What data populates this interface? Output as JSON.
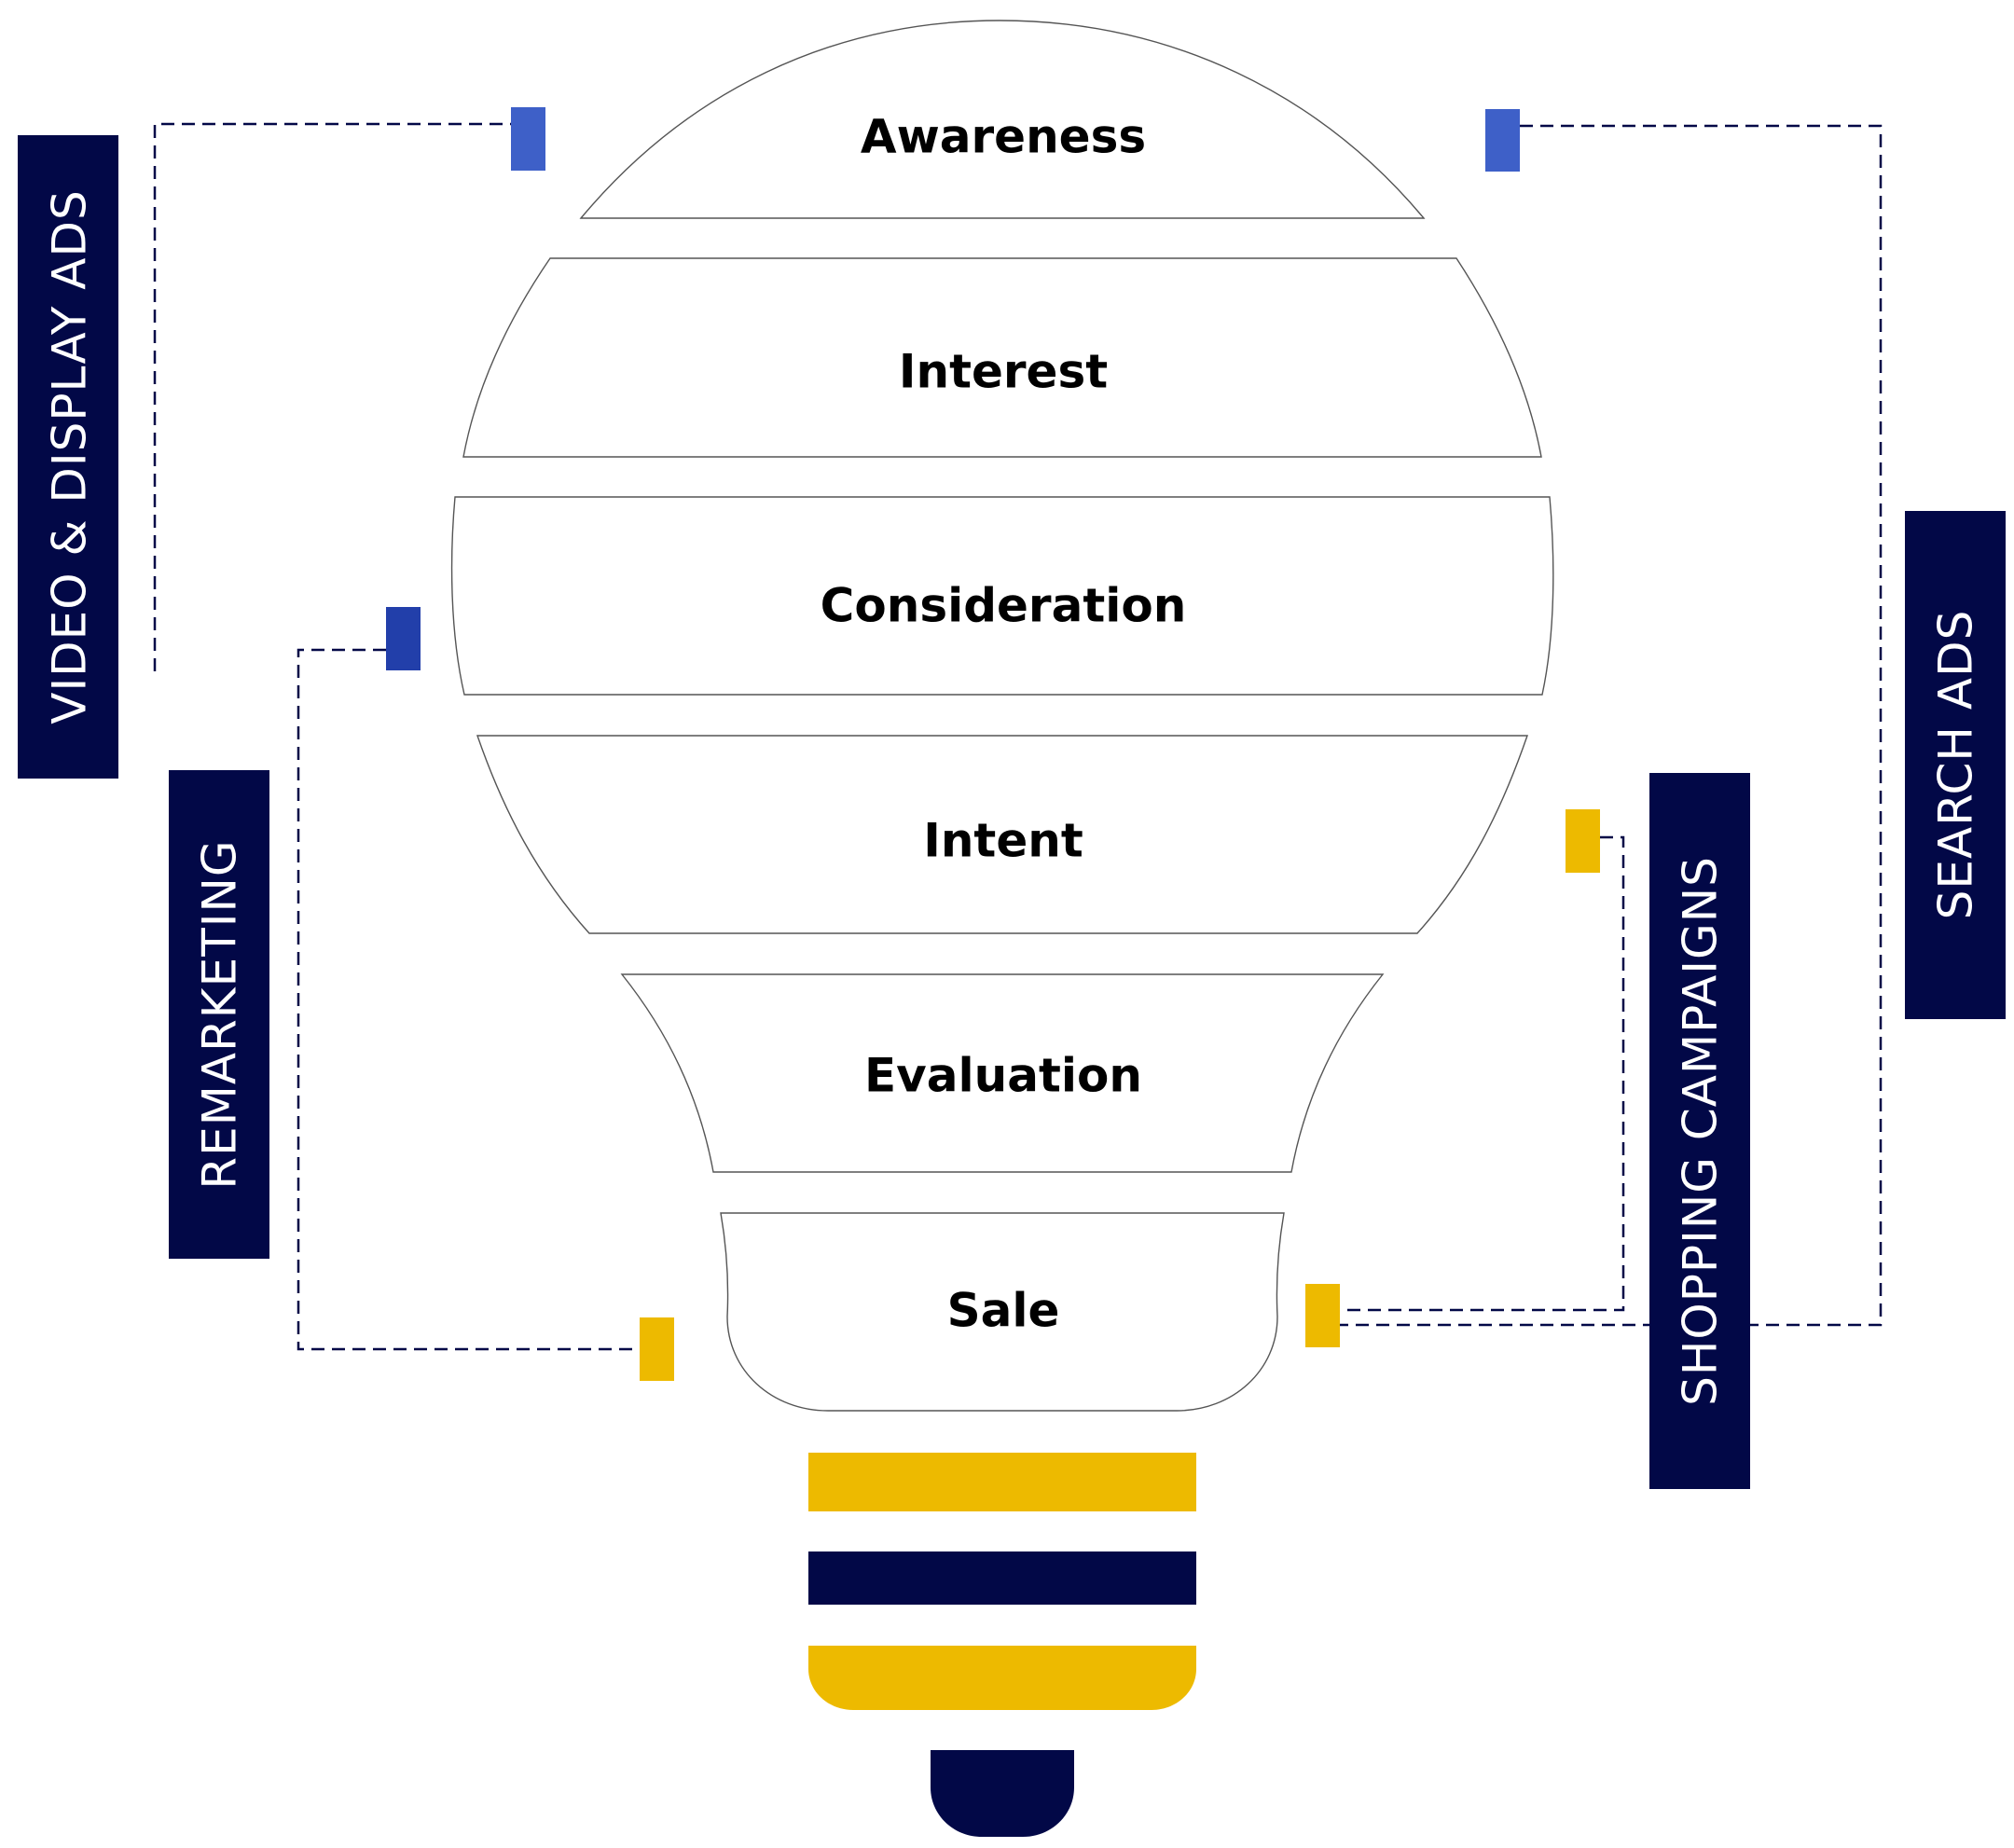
{
  "colors": {
    "navy": "#020847",
    "blue": "#3E60C8",
    "dark_blue": "#223FAA",
    "yellow": "#EDBA00",
    "outline": "#555555",
    "background": "#FFFFFF"
  },
  "stages": [
    {
      "label": "Awareness"
    },
    {
      "label": "Interest"
    },
    {
      "label": "Consideration"
    },
    {
      "label": "Intent"
    },
    {
      "label": "Evaluation"
    },
    {
      "label": "Sale"
    }
  ],
  "channels": {
    "video_display": {
      "label": "VIDEO & DISPLAY ADS"
    },
    "remarketing": {
      "label": "REMARKETING"
    },
    "shopping": {
      "label": "SHOPPING CAMPAIGNS"
    },
    "search": {
      "label": "SEARCH ADS"
    }
  }
}
